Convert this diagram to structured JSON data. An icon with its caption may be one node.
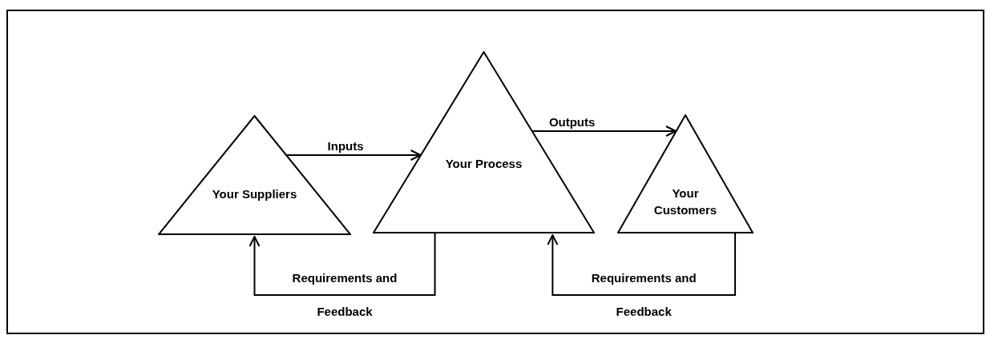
{
  "diagram": {
    "nodes": [
      {
        "text": [
          "Your Suppliers"
        ]
      },
      {
        "text": [
          "Your Process"
        ]
      },
      {
        "text": [
          "Your Customers"
        ]
      }
    ],
    "edges": [
      {
        "from": 0,
        "to": 1,
        "arrow": "to",
        "label": "Inputs"
      },
      {
        "from": 1,
        "to": 2,
        "arrow": "to",
        "label": "Outputs"
      },
      {
        "from": 1,
        "to": 0,
        "arrow": "to",
        "label": "Requirements and Feedback"
      },
      {
        "from": 2,
        "to": 1,
        "arrow": "to",
        "label": "Requirements and Feedback"
      }
    ]
  }
}
